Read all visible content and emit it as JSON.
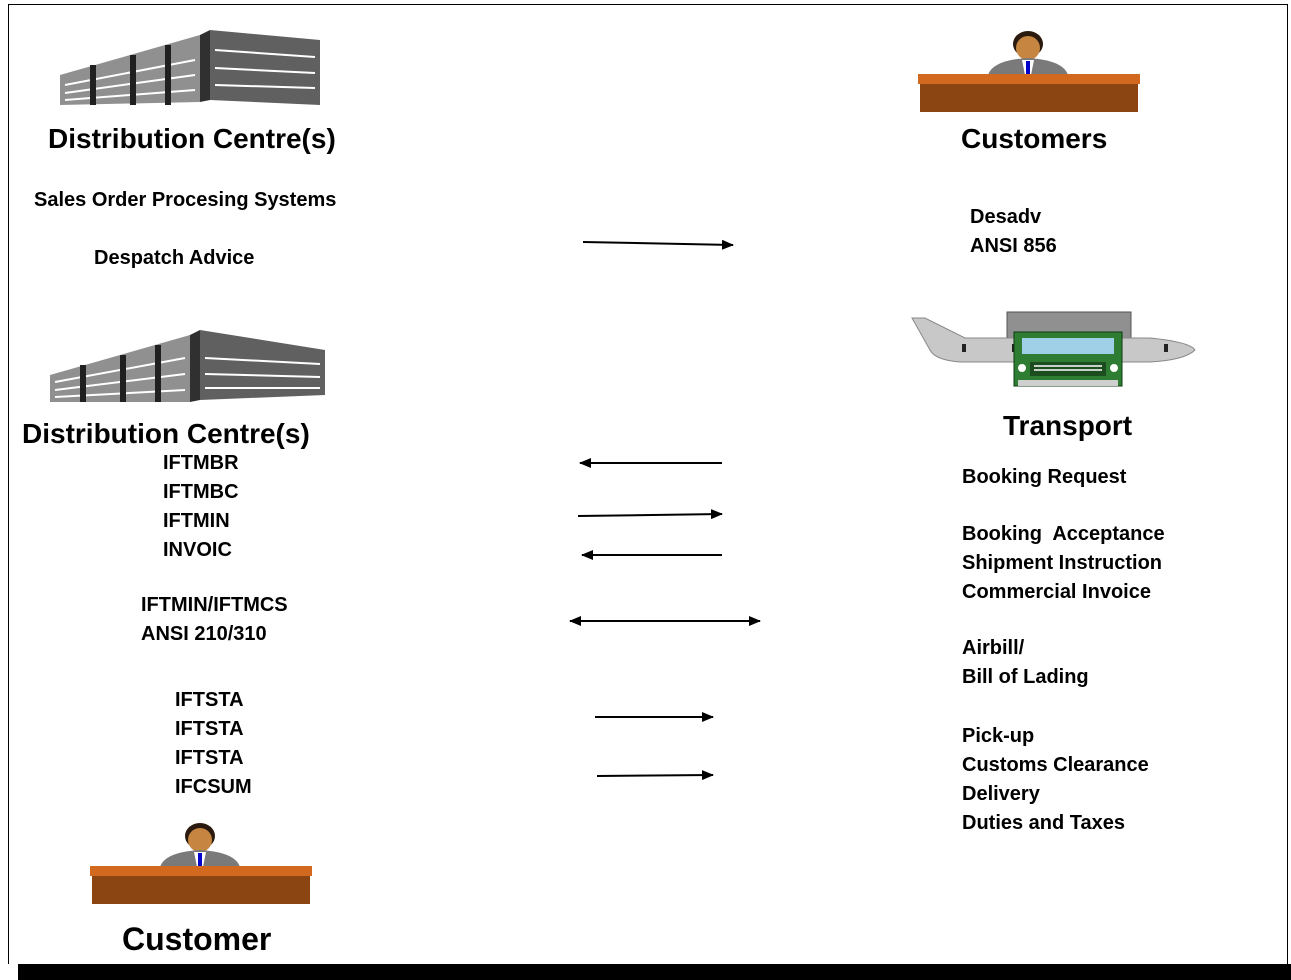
{
  "top_left": {
    "title": "Distribution Centre(s)",
    "system": "Sales Order Procesing Systems",
    "document": "Despatch Advice"
  },
  "top_right": {
    "title": "Customers",
    "messages": [
      "Desadv",
      "ANSI 856"
    ]
  },
  "mid_left": {
    "title": "Distribution Centre(s)",
    "messages_group1": [
      "IFTMBR",
      "IFTMBC",
      "IFTMIN",
      "INVOIC"
    ],
    "messages_group2": [
      "IFTMIN/IFTMCS",
      "ANSI 210/310"
    ],
    "messages_group3": [
      "IFTSTA",
      "IFTSTA",
      "IFTSTA",
      "IFCSUM"
    ]
  },
  "mid_right": {
    "title": "Transport",
    "documents_group1": [
      "Booking Request"
    ],
    "documents_group2": [
      "Booking  Acceptance",
      "Shipment Instruction",
      "Commercial Invoice"
    ],
    "documents_group3": [
      "Airbill/",
      "Bill of Lading"
    ],
    "documents_group4": [
      "Pick-up",
      "Customs Clearance",
      "Delivery",
      "Duties and Taxes"
    ]
  },
  "bottom_left": {
    "title": "Customer"
  },
  "icons": {
    "building": "building-icon",
    "person_desk": "person-at-desk-icon",
    "transport": "plane-truck-icon"
  },
  "colors": {
    "desk": "#8B4513",
    "desk_top": "#D2691E",
    "suit": "#808080",
    "tie": "#0000CC",
    "truck": "#2E7D32",
    "plane": "#C8C8C8"
  }
}
